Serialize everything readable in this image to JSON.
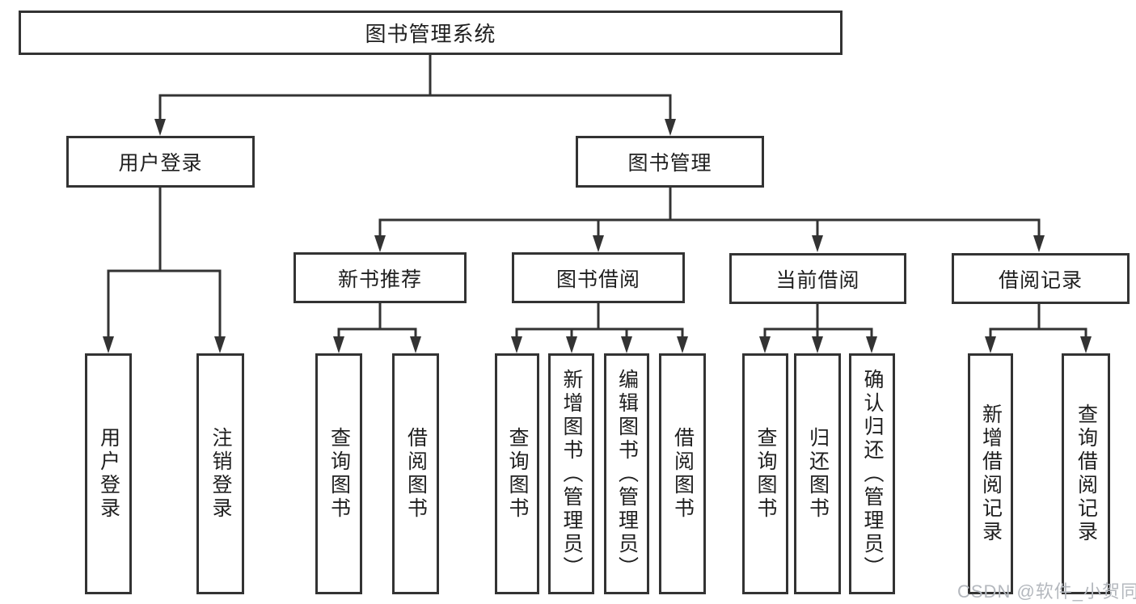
{
  "diagram": {
    "root": "图书管理系统",
    "user_login": "用户登录",
    "book_management": "图书管理",
    "new_book_recommend": "新书推荐",
    "book_borrowing": "图书借阅",
    "current_borrowing": "当前借阅",
    "borrowing_records": "借阅记录",
    "leaf_user_login": "用户登录",
    "leaf_logout": "注销登录",
    "leaf_query_book_1": "查询图书",
    "leaf_borrow_book_1": "借阅图书",
    "leaf_query_book_2": "查询图书",
    "leaf_add_book_admin": "新增图书（管理员）",
    "leaf_edit_book_admin": "编辑图书（管理员）",
    "leaf_borrow_book_2": "借阅图书",
    "leaf_query_book_3": "查询图书",
    "leaf_return_book": "归还图书",
    "leaf_confirm_return_admin": "确认归还（管理员）",
    "leaf_add_borrow_record": "新增借阅记录",
    "leaf_query_borrow_record": "查询借阅记录"
  },
  "watermark": {
    "text": "CSDN @软件_小贺同学"
  },
  "colors": {
    "line": "#333333",
    "text": "#1f1f1f",
    "background": "#ffffff",
    "watermark": "#b4b8be"
  }
}
